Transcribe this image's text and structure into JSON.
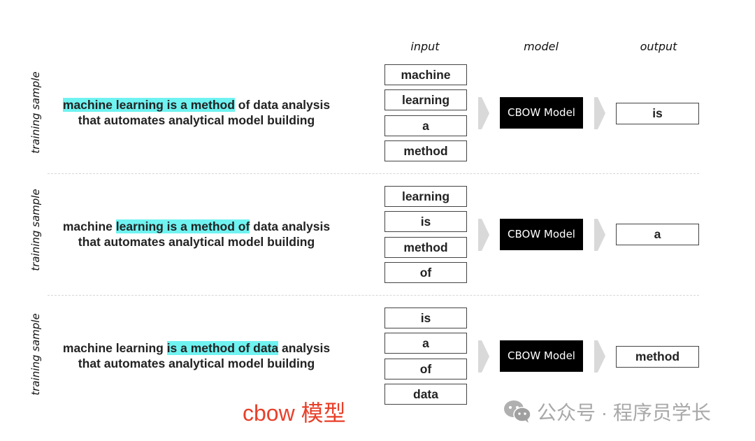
{
  "headers": {
    "input": "input",
    "model": "model",
    "output": "output"
  },
  "rows": [
    {
      "side_label": "training sample",
      "sentence": {
        "line1_pre": "",
        "line1_hl": "machine learning is a method",
        "line1_post": " of data analysis",
        "line2": "that automates analytical model building"
      },
      "inputs": [
        "machine",
        "learning",
        "a",
        "method"
      ],
      "model": "CBOW Model",
      "output": "is"
    },
    {
      "side_label": "training sample",
      "sentence": {
        "line1_pre": "machine ",
        "line1_hl": "learning is a method of",
        "line1_post": " data analysis",
        "line2": "that automates analytical model building"
      },
      "inputs": [
        "learning",
        "is",
        "method",
        "of"
      ],
      "model": "CBOW Model",
      "output": "a"
    },
    {
      "side_label": "training sample",
      "sentence": {
        "line1_pre": "machine learning ",
        "line1_hl": "is a method of data",
        "line1_post": " analysis",
        "line2": "that automates analytical model building"
      },
      "inputs": [
        "is",
        "a",
        "of",
        "data"
      ],
      "model": "CBOW Model",
      "output": "method"
    }
  ],
  "caption": "cbow 模型",
  "watermark": "公众号 · 程序员学长",
  "colors": {
    "highlight": "#6ff3f1",
    "caption": "#e8402a",
    "model_bg": "#000000",
    "arrow": "#d9d9d9"
  }
}
